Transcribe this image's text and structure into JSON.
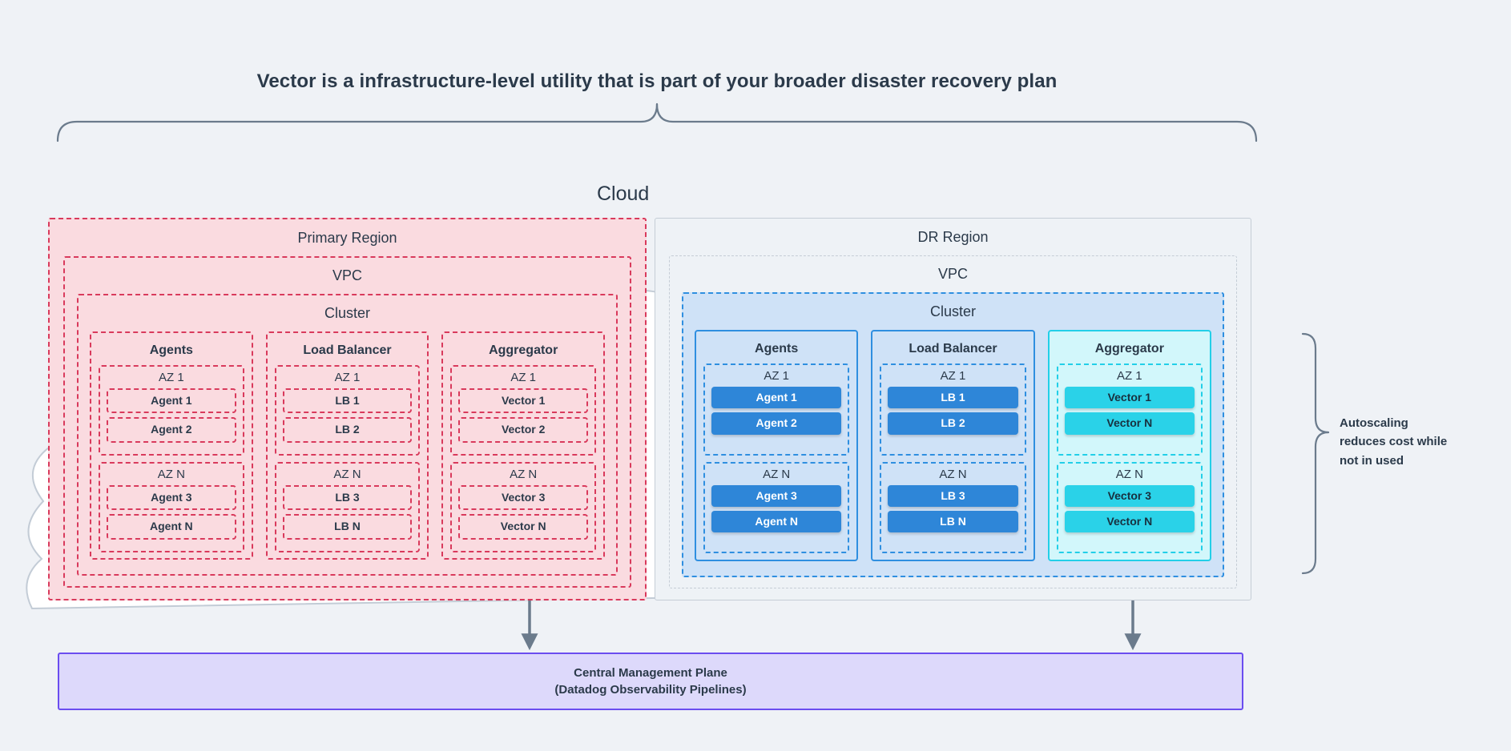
{
  "title": "Vector is a infrastructure-level utility that is part of your broader disaster recovery plan",
  "cloud": {
    "label": "Cloud"
  },
  "primary_region": {
    "name": "Primary Region",
    "vpc": "VPC",
    "cluster": "Cluster",
    "columns": [
      {
        "title": "Agents",
        "zones": [
          {
            "name": "AZ 1",
            "nodes": [
              "Agent 1",
              "Agent 2"
            ]
          },
          {
            "name": "AZ N",
            "nodes": [
              "Agent 3",
              "Agent N"
            ]
          }
        ]
      },
      {
        "title": "Load Balancer",
        "zones": [
          {
            "name": "AZ 1",
            "nodes": [
              "LB 1",
              "LB 2"
            ]
          },
          {
            "name": "AZ N",
            "nodes": [
              "LB 3",
              "LB N"
            ]
          }
        ]
      },
      {
        "title": "Aggregator",
        "zones": [
          {
            "name": "AZ 1",
            "nodes": [
              "Vector 1",
              "Vector 2"
            ]
          },
          {
            "name": "AZ N",
            "nodes": [
              "Vector 3",
              "Vector N"
            ]
          }
        ]
      }
    ]
  },
  "dr_region": {
    "name": "DR Region",
    "vpc": "VPC",
    "cluster": "Cluster",
    "columns": [
      {
        "title": "Agents",
        "zones": [
          {
            "name": "AZ 1",
            "nodes": [
              "Agent 1",
              "Agent 2"
            ]
          },
          {
            "name": "AZ N",
            "nodes": [
              "Agent 3",
              "Agent N"
            ]
          }
        ]
      },
      {
        "title": "Load Balancer",
        "zones": [
          {
            "name": "AZ 1",
            "nodes": [
              "LB 1",
              "LB 2"
            ]
          },
          {
            "name": "AZ N",
            "nodes": [
              "LB 3",
              "LB N"
            ]
          }
        ]
      },
      {
        "title": "Aggregator",
        "zones": [
          {
            "name": "AZ 1",
            "nodes": [
              "Vector 1",
              "Vector N"
            ]
          },
          {
            "name": "AZ N",
            "nodes": [
              "Vector 3",
              "Vector N"
            ]
          }
        ]
      }
    ]
  },
  "management_plane": {
    "line1": "Central Management Plane",
    "line2": "(Datadog Observability Pipelines)"
  },
  "autoscaling_note": {
    "line1": "Autoscaling",
    "line2": "reduces cost while",
    "line3": "not in used"
  },
  "colors": {
    "background": "#eff2f6",
    "primary_accent": "#d93a5c",
    "primary_fill": "#fadbe0",
    "dr_accent": "#2f8fe0",
    "dr_fill": "#cfe2f7",
    "aggregator_accent": "#22cfe8",
    "aggregator_fill": "#d2f7fb",
    "node_blue": "#2e86d8",
    "node_cyan": "#2ad2e8",
    "management_border": "#6b4df0",
    "management_fill": "#ddd9fb",
    "arrow_gray": "#6b7b8c",
    "text": "#2b3a4a"
  }
}
